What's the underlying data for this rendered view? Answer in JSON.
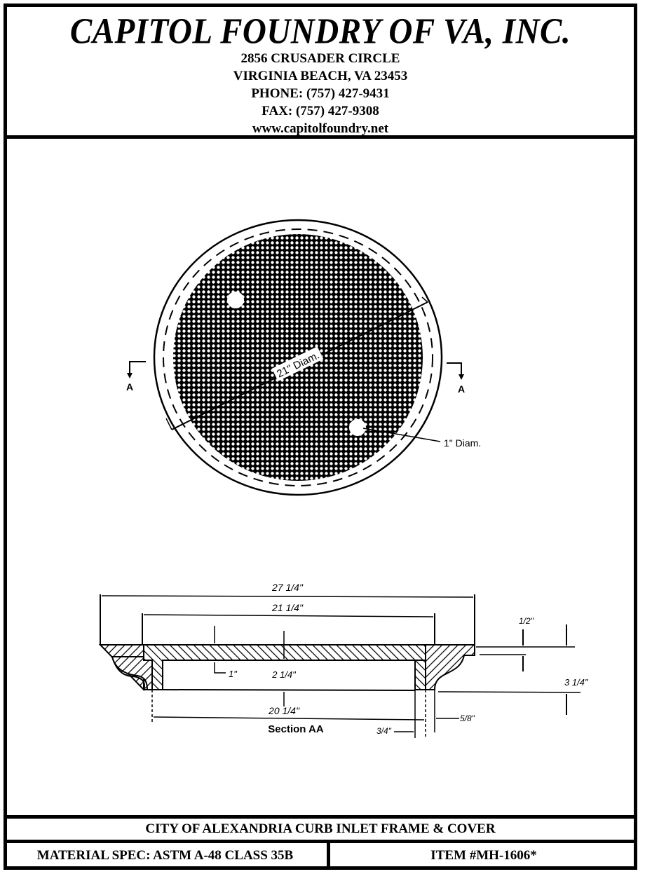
{
  "header": {
    "company": "CAPITOL FOUNDRY OF VA, INC.",
    "address_line1": "2856 CRUSADER CIRCLE",
    "address_line2": "VIRGINIA BEACH, VA 23453",
    "phone": "PHONE: (757) 427-9431",
    "fax": "FAX: (757) 427-9308",
    "website": "www.capitolfoundry.net"
  },
  "plan_view": {
    "diameter_label": "21\" Diam.",
    "hole_label": "1\" Diam.",
    "section_marker_left": "A",
    "section_marker_right": "A"
  },
  "section_view": {
    "title": "Section AA",
    "dims": {
      "overall_width": "27 1/4\"",
      "cover_width": "21 1/4\"",
      "inner_width": "20 1/4\"",
      "cover_thickness": "1\"",
      "cover_depth": "2 1/4\"",
      "lip_height": "1/2\"",
      "frame_height": "3 1/4\"",
      "wall_thickness": "3/4\"",
      "gap": "5/8\""
    }
  },
  "footer": {
    "product_title": "CITY OF ALEXANDRIA CURB INLET FRAME & COVER",
    "material_spec": "MATERIAL SPEC:  ASTM A-48 CLASS 35B",
    "item_number": "ITEM #MH-1606*"
  }
}
